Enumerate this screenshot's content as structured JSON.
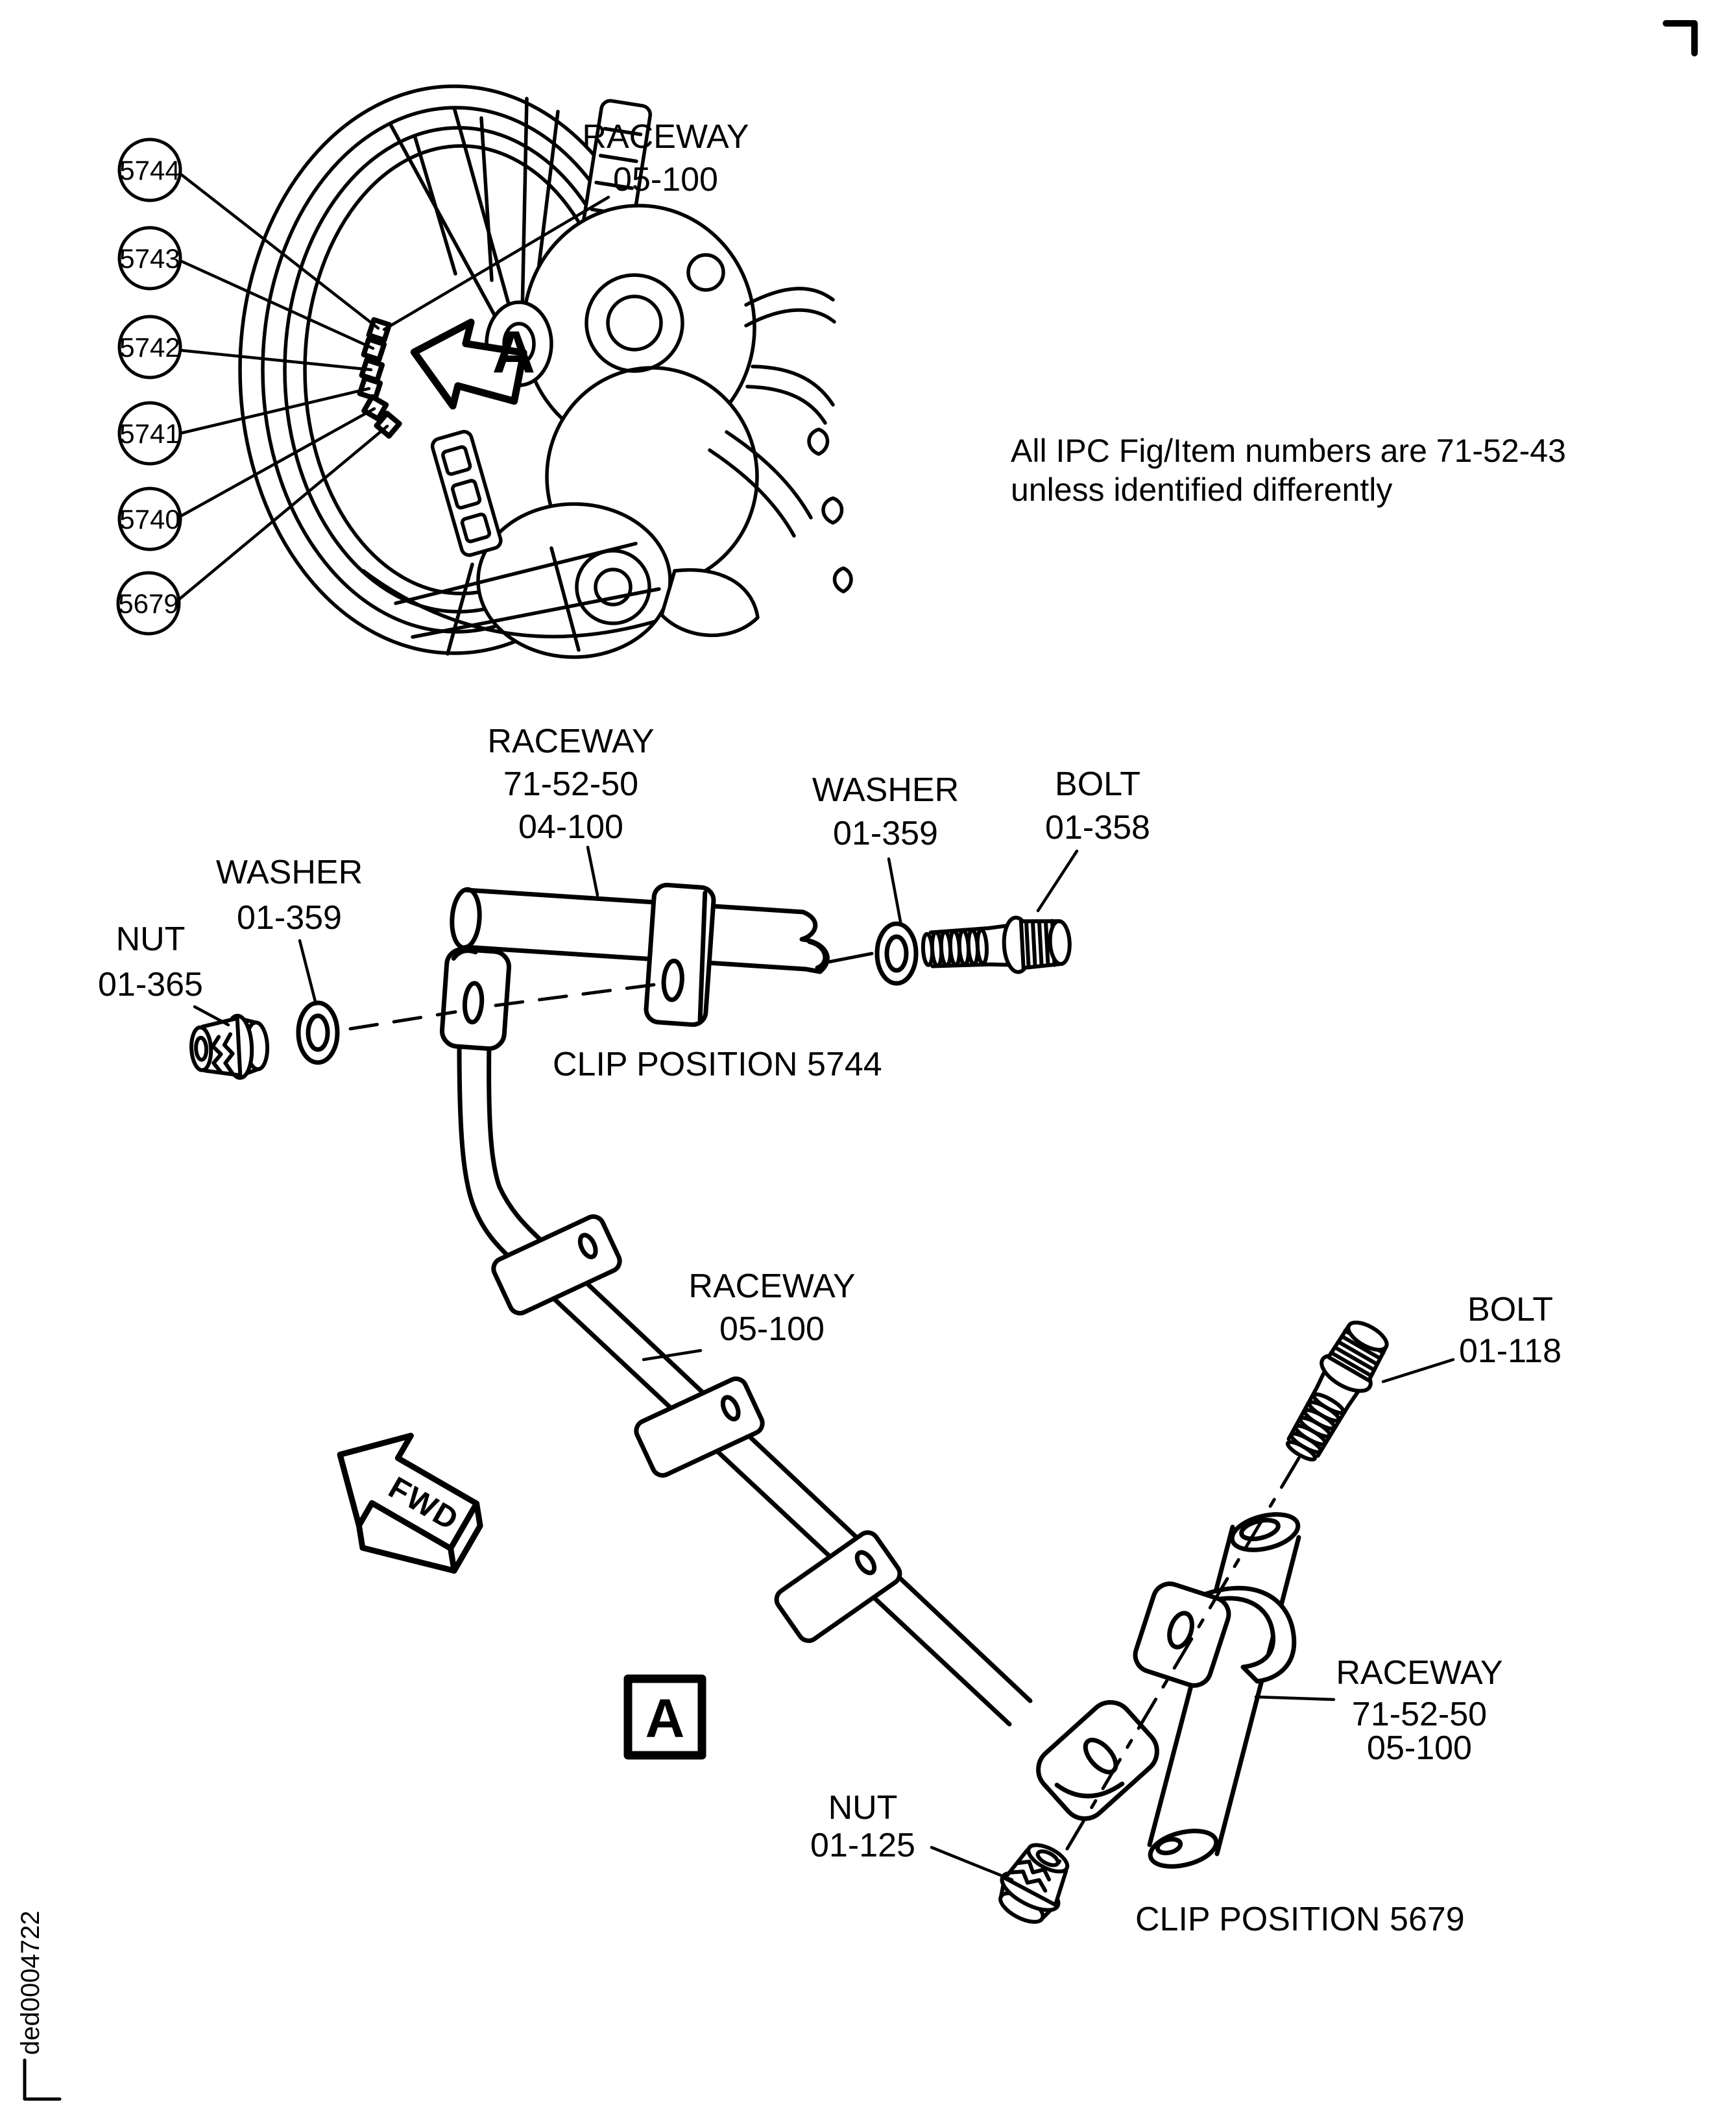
{
  "figure": {
    "note": {
      "line1": "All IPC Fig/Item numbers are 71-52-43",
      "line2": "unless identified differently"
    },
    "doc_number": "ded0004722"
  },
  "overview": {
    "balloons": [
      "5744",
      "5743",
      "5742",
      "5741",
      "5740",
      "5679"
    ],
    "raceway_callout": {
      "line1": "RACEWAY",
      "line2": "05-100"
    },
    "detail_arrow_letter": "A"
  },
  "exploded": {
    "fwd_label": "FWD",
    "detail_box_letter": "A",
    "labels": {
      "raceway_04_100": {
        "line1": "RACEWAY",
        "line2": "71-52-50",
        "line3": "04-100"
      },
      "washer_upper": {
        "line1": "WASHER",
        "line2": "01-359"
      },
      "bolt_01_358": {
        "line1": "BOLT",
        "line2": "01-358"
      },
      "nut_01_365": {
        "line1": "NUT",
        "line2": "01-365"
      },
      "washer_left": {
        "line1": "WASHER",
        "line2": "01-359"
      },
      "clip_position_5744": "CLIP POSITION 5744",
      "raceway_05_100": {
        "line1": "RACEWAY",
        "line2": "05-100"
      },
      "bolt_01_118": {
        "line1": "BOLT",
        "line2": "01-118"
      },
      "raceway_71_52_50_05_100": {
        "line1": "RACEWAY",
        "line2": "71-52-50",
        "line3": "05-100"
      },
      "nut_01_125": {
        "line1": "NUT",
        "line2": "01-125"
      },
      "clip_position_5679": "CLIP POSITION 5679"
    }
  }
}
